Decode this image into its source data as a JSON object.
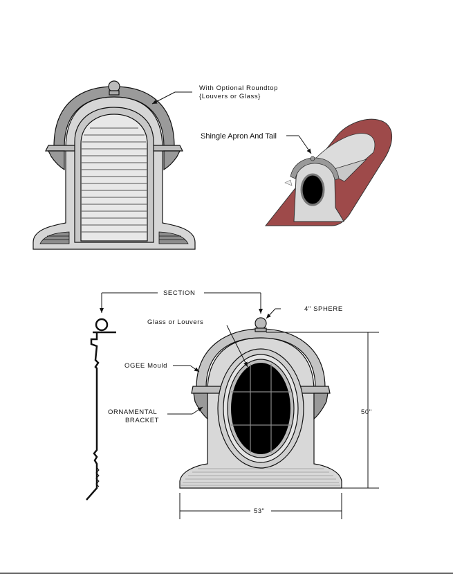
{
  "labels": {
    "optional_roundtop_line1": "With Optional Roundtop",
    "optional_roundtop_line2": "{Louvers or Glass}",
    "shingle_apron": "Shingle Apron And Tail",
    "section": "SECTION",
    "sphere": "4\" SPHERE",
    "glass_or_louvers": "Glass or Louvers",
    "ogee_mould": "OGEE Mould",
    "ornamental_bracket_line1": "ORNAMENTAL",
    "ornamental_bracket_line2": "BRACKET",
    "height_dim": "50\"",
    "width_dim": "53\""
  },
  "colors": {
    "roof": "#9e4a4a",
    "body_gray": "#d4d4d4",
    "dark_gray": "#8a8a8a",
    "glass": "#000000"
  }
}
